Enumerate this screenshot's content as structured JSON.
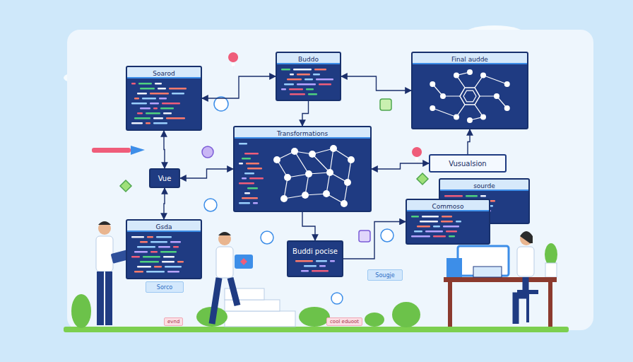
{
  "diagram": {
    "nodes": [
      {
        "text": [
          "Soarod"
        ]
      },
      {
        "text": [
          "Buddo"
        ]
      },
      {
        "text": [
          "Final audde"
        ]
      },
      {
        "text": [
          "Vue"
        ]
      },
      {
        "text": [
          "Transformations"
        ]
      },
      {
        "text": [
          "Vusualsion"
        ]
      },
      {
        "text": [
          "sourde"
        ]
      },
      {
        "text": [
          "Commoso"
        ]
      },
      {
        "text": [
          "Gsda"
        ]
      },
      {
        "text": [
          "Buddi pocise"
        ]
      },
      {
        "text": [
          "Sorco"
        ]
      },
      {
        "text": [
          "Sougje"
        ]
      }
    ],
    "edges": [
      {
        "from": 0,
        "to": 1,
        "arrow": "both"
      },
      {
        "from": 1,
        "to": 2,
        "arrow": "both"
      },
      {
        "from": 0,
        "to": 3,
        "arrow": "both"
      },
      {
        "from": 3,
        "to": 4,
        "arrow": "both"
      },
      {
        "from": 3,
        "to": 8,
        "arrow": "both"
      },
      {
        "from": 1,
        "to": 4,
        "arrow": "to"
      },
      {
        "from": 4,
        "to": 9,
        "arrow": "to"
      },
      {
        "from": 4,
        "to": 5,
        "arrow": "both"
      },
      {
        "from": 5,
        "to": 2,
        "arrow": "to"
      },
      {
        "from": 9,
        "to": 7,
        "arrow": "to"
      }
    ],
    "labels": [
      "evnd",
      "cool eduoot"
    ]
  }
}
